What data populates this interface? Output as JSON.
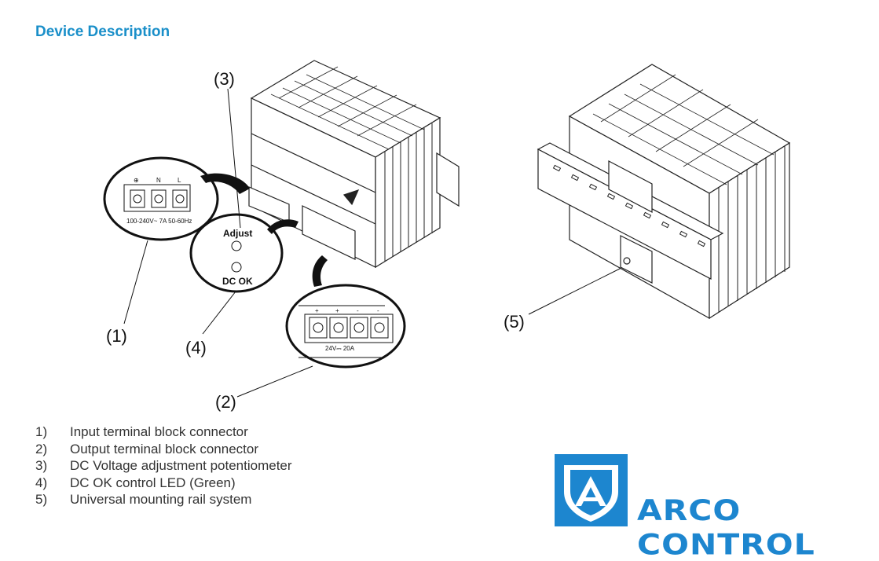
{
  "heading": "Device Description",
  "callouts": {
    "c1": "(1)",
    "c2": "(2)",
    "c3": "(3)",
    "c4": "(4)",
    "c5": "(5)"
  },
  "input_block": {
    "labels": [
      "⊕",
      "N",
      "L"
    ],
    "rating": "100-240V~ 7A 50-60Hz"
  },
  "led_panel": {
    "adjust": "Adjust",
    "dc_ok": "DC OK"
  },
  "output_block": {
    "signs": [
      "+",
      "+",
      "-",
      "-"
    ],
    "rating": "24V⎓ 20A"
  },
  "legend": [
    {
      "num": "1)",
      "text": "Input terminal block connector"
    },
    {
      "num": "2)",
      "text": "Output terminal block connector"
    },
    {
      "num": "3)",
      "text": "DC Voltage adjustment potentiometer"
    },
    {
      "num": "4)",
      "text": "DC OK control LED (Green)"
    },
    {
      "num": "5)",
      "text": "Universal mounting rail system"
    }
  ],
  "logo": {
    "text": "ARCO CONTROL",
    "color": "#1d86cf"
  }
}
